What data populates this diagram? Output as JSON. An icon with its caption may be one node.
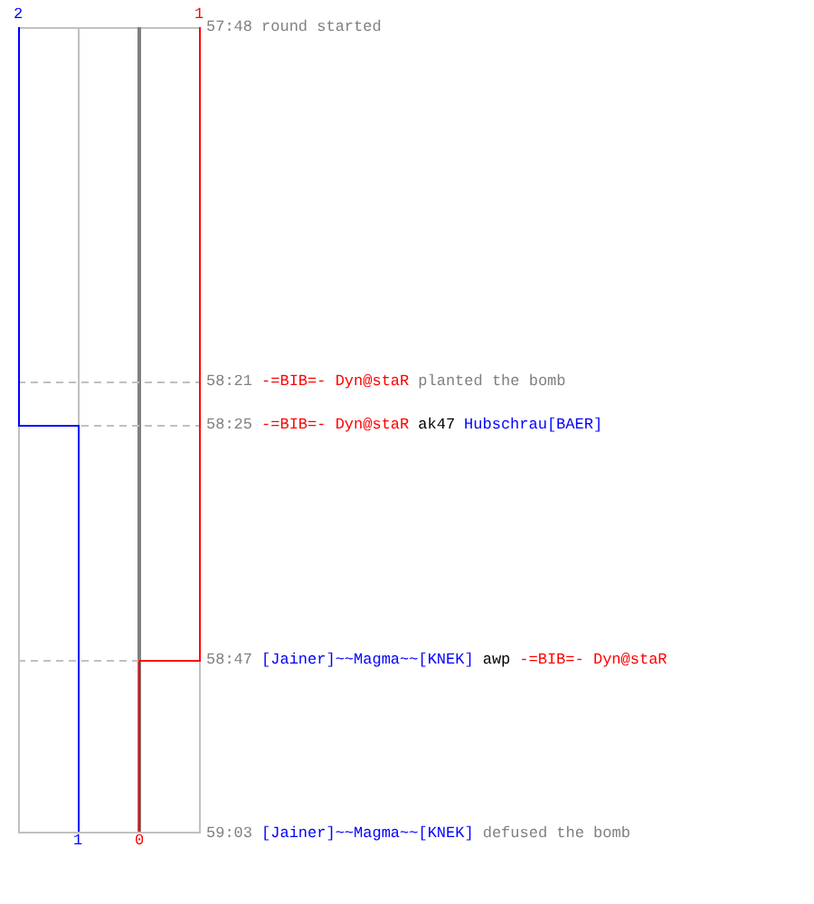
{
  "diagram": {
    "labels": [
      "2",
      "1",
      "57:48",
      "round started",
      "58:21",
      "-=BIB=- Dyn@staR",
      "planted the bomb",
      "58:25",
      "-=BIB=- Dyn@staR",
      "ak47",
      "Hubschrau[BAER]",
      "58:47",
      "[Jainer]~~Magma~~[KNEK]",
      "awp",
      "-=BIB=- Dyn@staR",
      "59:03",
      "[Jainer]~~Magma~~[KNEK]",
      "defused the bomb",
      "1",
      "0"
    ]
  }
}
